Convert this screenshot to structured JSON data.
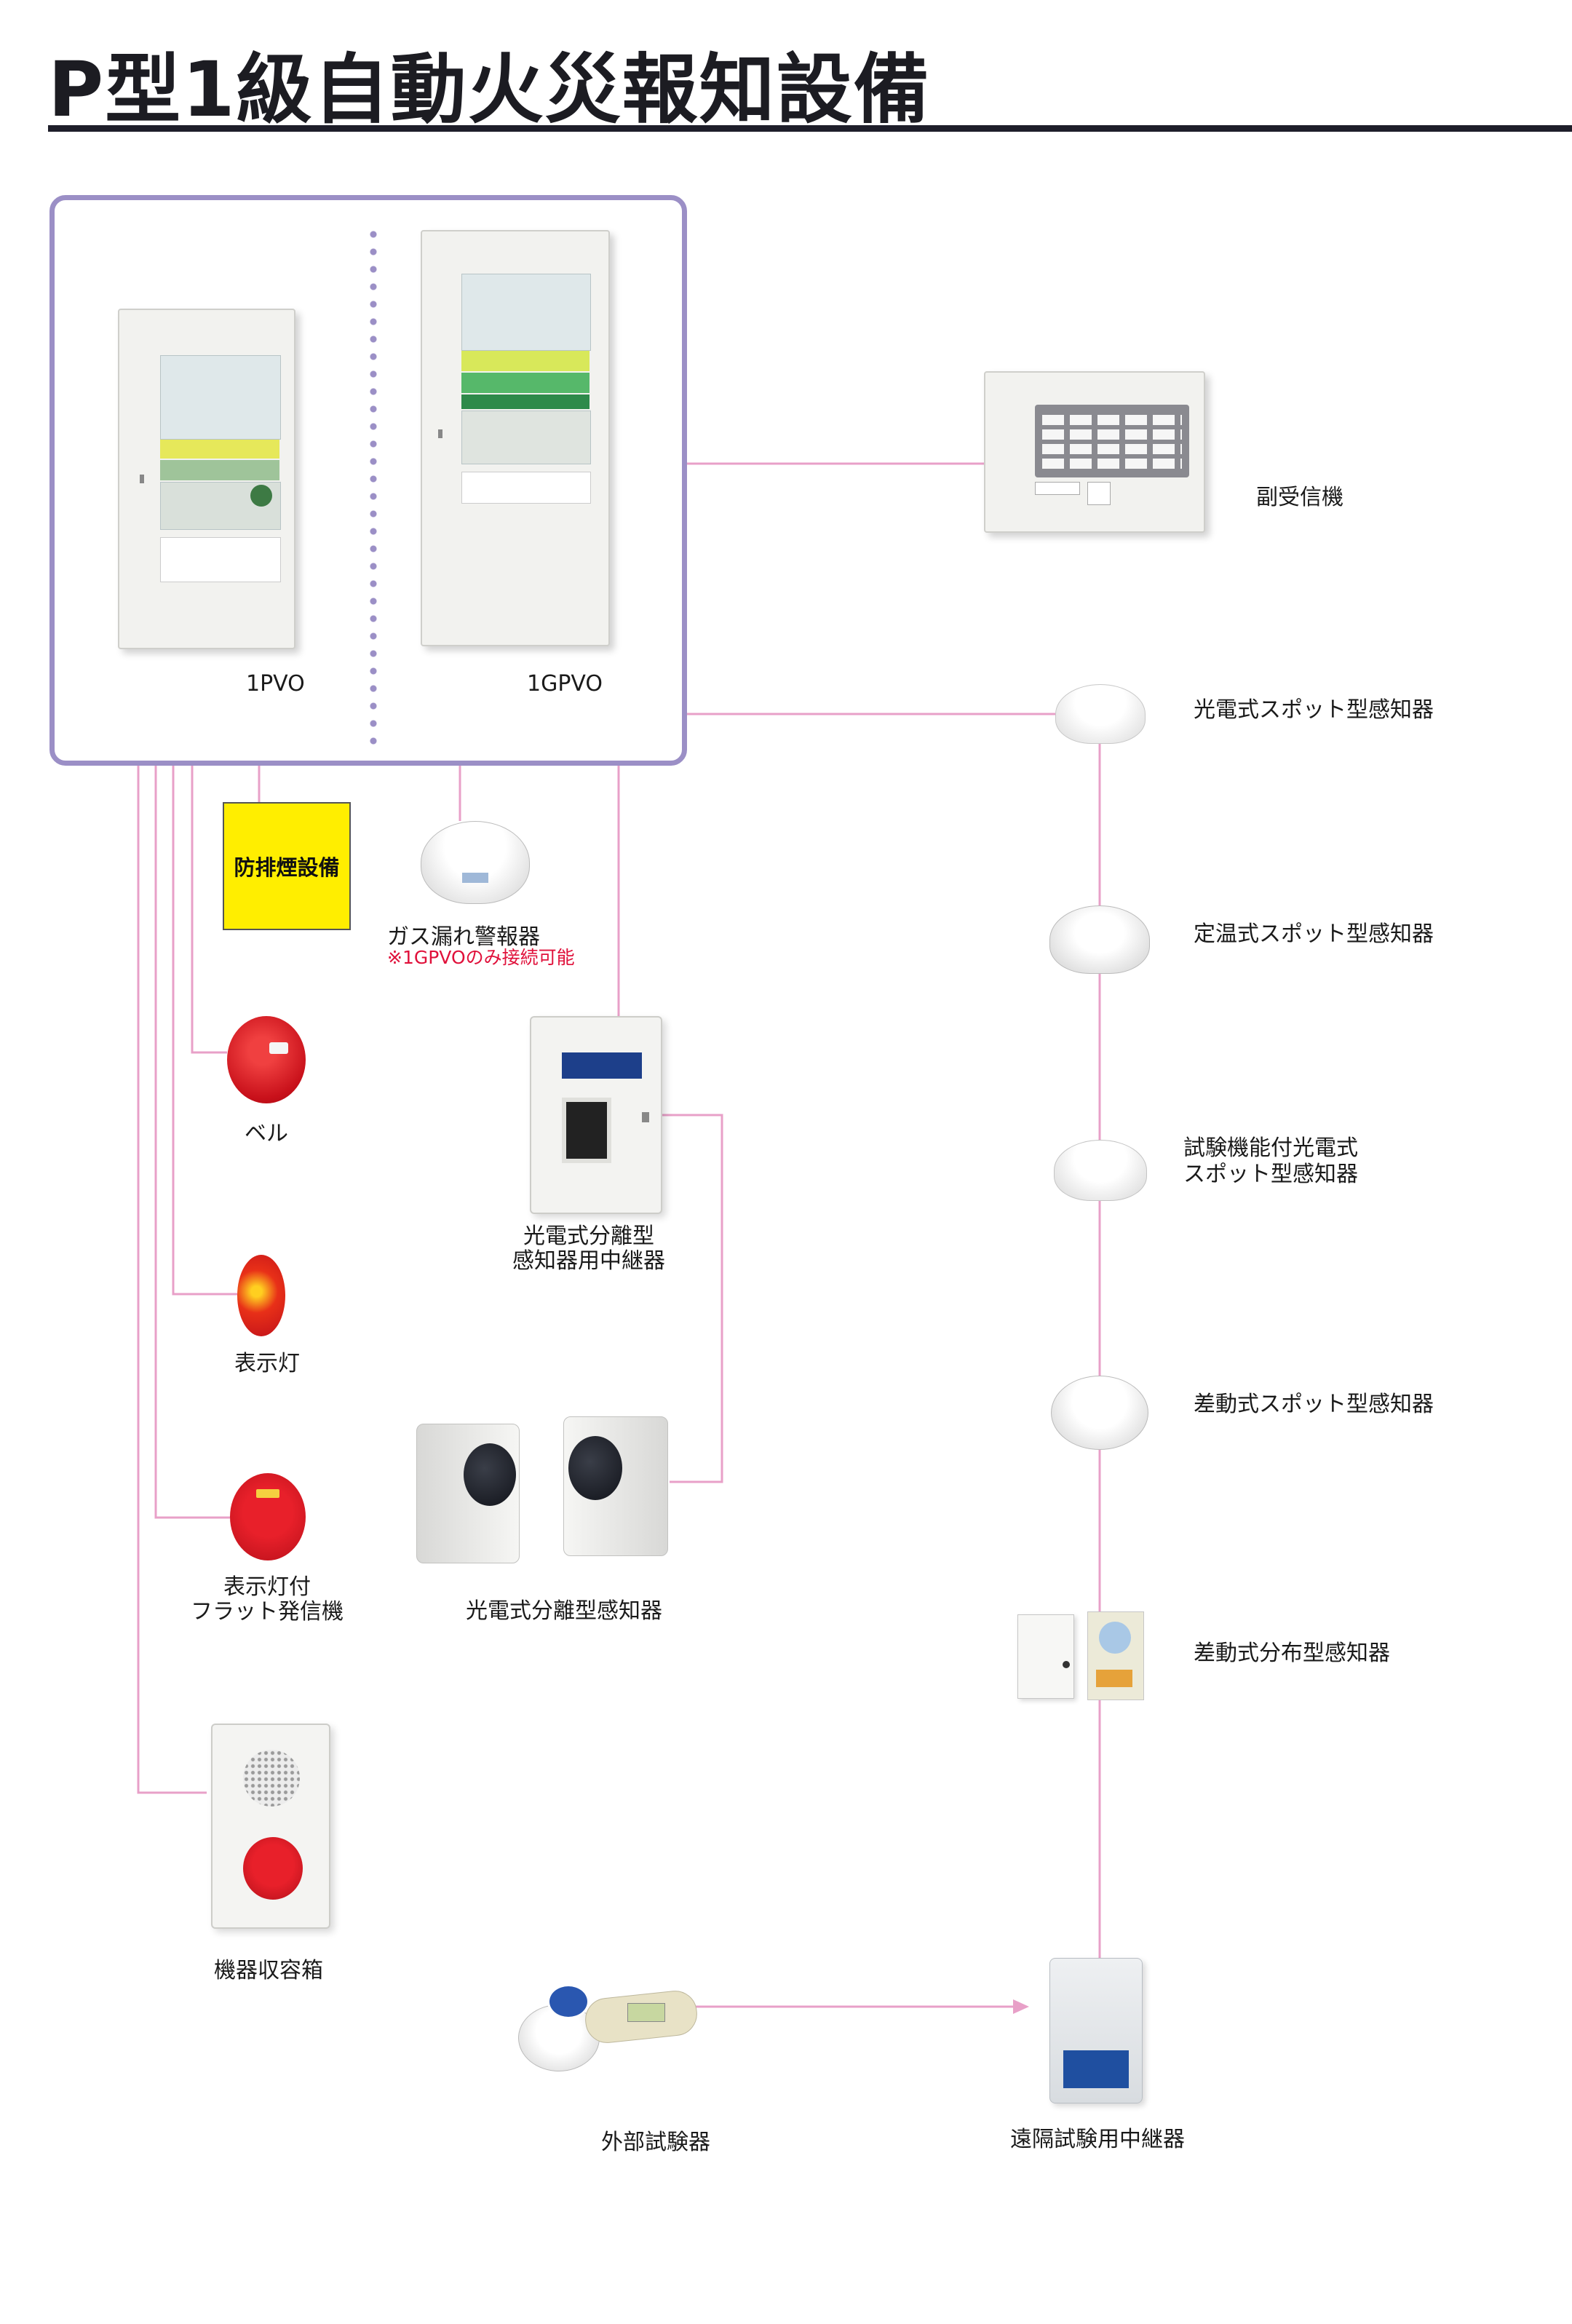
{
  "title": "P型1級自動火災報知設備",
  "panels": {
    "left_model": "1PVO",
    "right_model": "1GPVO"
  },
  "devices": {
    "sub_receiver": "副受信機",
    "photoelectric_spot": "光電式スポット型感知器",
    "fixed_temp_spot": "定温式スポット型感知器",
    "test_func_line1": "試験機能付光電式",
    "test_func_line2": "スポット型感知器",
    "rate_of_rise_spot": "差動式スポット型感知器",
    "rate_of_rise_distributed": "差動式分布型感知器",
    "remote_test_relay": "遠隔試験用中継器",
    "external_tester": "外部試験器",
    "smoke_control": "防排煙設備",
    "gas_leak_alarm": "ガス漏れ警報器",
    "gas_leak_note": "※1GPVOのみ接続可能",
    "bell": "ベル",
    "indicator_lamp": "表示灯",
    "flat_transmitter_line1": "表示灯付",
    "flat_transmitter_line2": "フラット発信機",
    "equipment_box": "機器収容箱",
    "beam_relay_line1": "光電式分離型",
    "beam_relay_line2": "感知器用中継器",
    "beam_detector": "光電式分離型感知器"
  },
  "colors": {
    "wire": "#e8a0c8",
    "frame": "#9b8fc6",
    "accent_yellow": "#ffee00",
    "note_red": "#e0103a",
    "device_red": "#d8141e"
  }
}
